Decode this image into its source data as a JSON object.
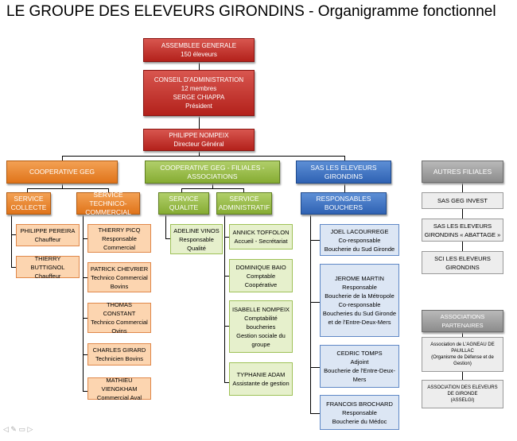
{
  "title": "LE GROUPE DES ELEVEURS GIRONDINS - Organigramme fonctionnel",
  "top": {
    "assemblee": {
      "title": "ASSEMBLEE GENERALE",
      "sub": "150 éleveurs"
    },
    "conseil": {
      "title": "CONSEIL D'ADMINISTRATION",
      "line1": "12 membres",
      "line2": "SERGE CHIAPPA",
      "line3": "Président"
    },
    "directeur": {
      "title": "PHILIPPE NOMPEIX",
      "sub": "Directeur Général"
    }
  },
  "branches": {
    "cooperative": "COOPERATIVE GEG",
    "filiales": "COOPERATIVE GEG - FILIALES - ASSOCIATIONS",
    "sas": "SAS LES ELEVEURS GIRONDINS",
    "autres": "AUTRES FILIALES"
  },
  "services": {
    "collecte": "SERVICE COLLECTE",
    "technico": "SERVICE TECHNICO-COMMERCIAL",
    "qualite": "SERVICE QUALITE",
    "administratif": "SERVICE ADMINISTRATIF",
    "bouchers": "RESPONSABLES BOUCHERS"
  },
  "collecte_people": [
    {
      "name": "PHILIPPE PEREIRA",
      "role": "Chauffeur"
    },
    {
      "name": "THIERRY BUTTIGNOL",
      "role": "Chauffeur"
    }
  ],
  "technico_people": [
    {
      "name": "THIERRY PICQ",
      "role": "Responsable Commercial"
    },
    {
      "name": "PATRICK CHEVRIER",
      "role": "Technico Commercial Bovins"
    },
    {
      "name": "THOMAS CONSTANT",
      "role": "Technico Commercial Ovins"
    },
    {
      "name": "CHARLES GIRARD",
      "role": "Technicien Bovins"
    },
    {
      "name": "MATHIEU VIENGKHAM",
      "role": "Commercial Aval"
    }
  ],
  "qualite_people": [
    {
      "name": "ADELINE VINOS",
      "role": "Responsable Qualité"
    }
  ],
  "admin_people": [
    {
      "name": "ANNICK TOFFOLON",
      "role": "Accueil - Secrétariat"
    },
    {
      "name": "DOMINIQUE BAIO",
      "role": "Comptable Coopérative"
    },
    {
      "name": "ISABELLE NOMPEIX",
      "role": "Comptabilité boucheries",
      "role2": "Gestion sociale du groupe"
    },
    {
      "name": "TYPHANIE ADAM",
      "role": "Assistante de gestion"
    }
  ],
  "bouchers_people": [
    {
      "name": "JOEL LACOURREGE",
      "role": "Co-responsable",
      "role2": "Boucherie du Sud Gironde"
    },
    {
      "name": "JEROME MARTIN",
      "role": "Responsable",
      "role2": "Boucherie de la Métropole",
      "role3": "Co-responsable",
      "role4": "Boucheries du Sud Gironde et de l'Entre-Deux-Mers"
    },
    {
      "name": "CEDRIC TOMPS",
      "role": "Adjoint",
      "role2": "Boucherie de l'Entre-Deux-Mers"
    },
    {
      "name": "FRANCOIS BROCHARD",
      "role": "Responsable",
      "role2": "Boucherie du Médoc"
    }
  ],
  "autres_filiales": [
    "SAS GEG INVEST",
    "SAS LES ELEVEURS GIRONDINS « ABATTAGE »",
    "SCI LES ELEVEURS GIRONDINS"
  ],
  "associations": {
    "header": "ASSOCIATIONS PARTENAIRES",
    "items": [
      {
        "title": "Association de L'AGNEAU DE PAUILLAC",
        "sub": "(Organisme de Défense et de Gestion)"
      },
      {
        "title": "ASSOCIATION DES ELEVEURS DE GIRONDE",
        "sub": "(ASSELGI)"
      }
    ]
  }
}
